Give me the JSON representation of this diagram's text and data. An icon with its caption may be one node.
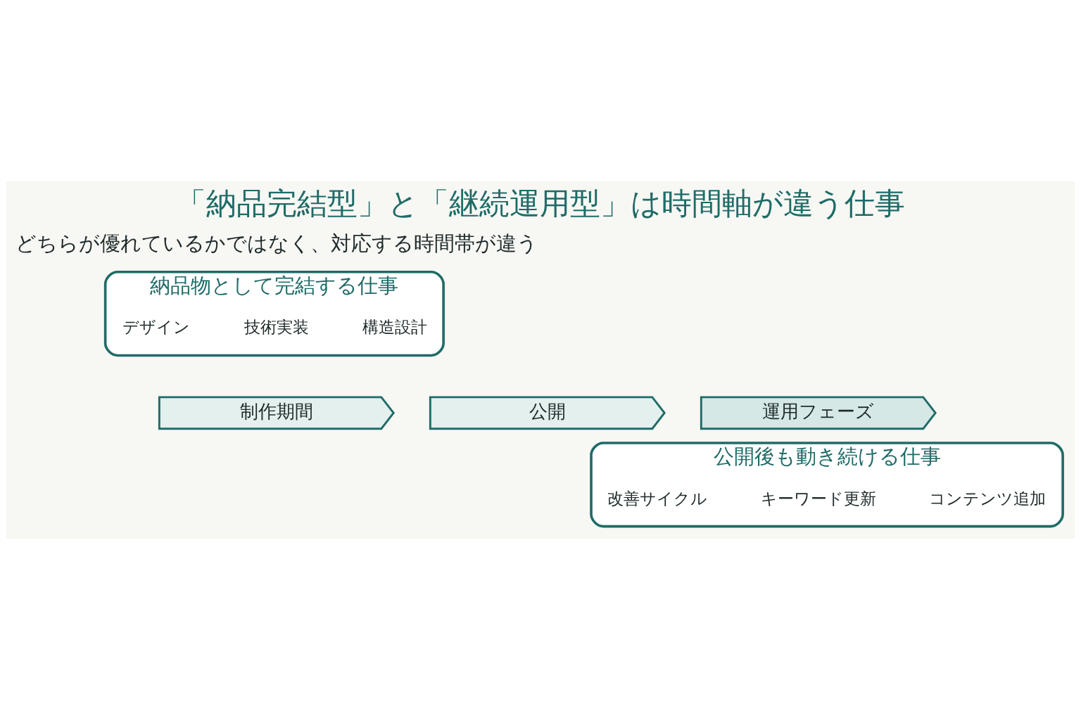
{
  "diagram": {
    "title": "「納品完結型」と「継続運用型」は時間軸が違う仕事",
    "nodes": [
      {
        "text": [
          "納品物として完結する仕事"
        ]
      },
      {
        "text": [
          "構造設計"
        ],
        "in": 0
      },
      {
        "text": [
          "技術実装"
        ],
        "in": 0
      },
      {
        "text": [
          "デザイン"
        ],
        "in": 0
      },
      {
        "text": [
          "制作期間"
        ]
      },
      {
        "text": [
          "公開"
        ]
      },
      {
        "text": [
          "運用フェーズ"
        ]
      },
      {
        "text": [
          "公開後も動き続ける仕事"
        ]
      },
      {
        "text": [
          "コンテンツ追加"
        ],
        "in": 7
      },
      {
        "text": [
          "キーワード更新"
        ],
        "in": 7
      },
      {
        "text": [
          "改善サイクル"
        ],
        "in": 7
      }
    ],
    "labels": [
      "どちらが優れているかではなく、対応する時間帯が違う"
    ]
  }
}
